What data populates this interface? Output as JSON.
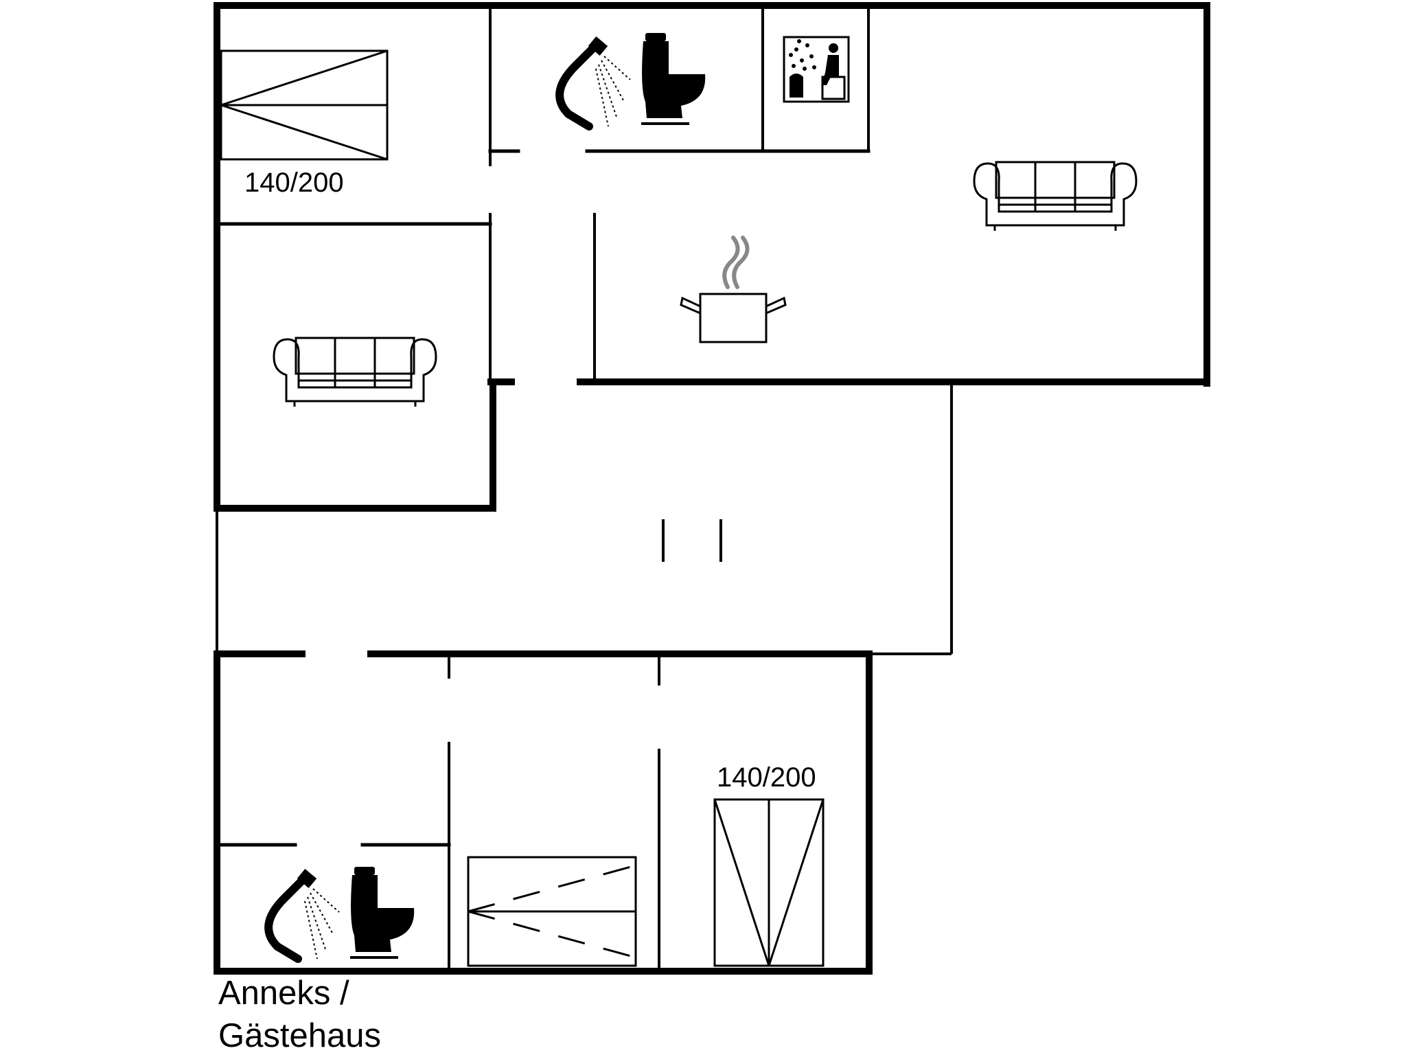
{
  "labels": {
    "bed_top_left": "140/200",
    "bed_bottom_right": "140/200",
    "annex_line1": "Anneks /",
    "annex_line2": "Gästehaus"
  },
  "icons": [
    "double-bed-icon",
    "shower-icon",
    "toilet-icon",
    "sauna-icon",
    "sofa-icon",
    "cooking-pot-icon",
    "single-bed-icon"
  ],
  "colors": {
    "wall": "#000000",
    "background": "#ffffff",
    "steam": "#888888"
  }
}
